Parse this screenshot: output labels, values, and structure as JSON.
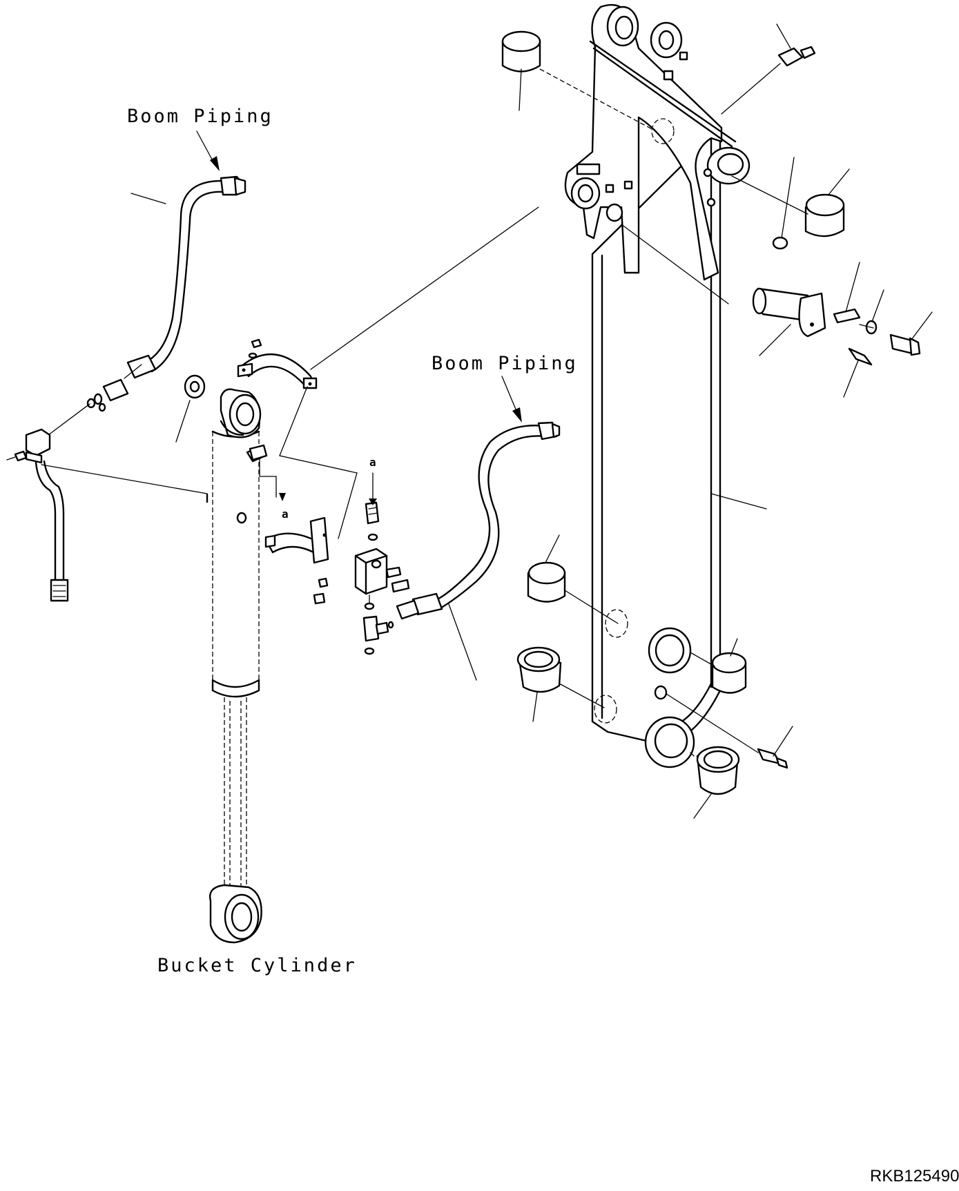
{
  "labels": {
    "boom_piping_left": "Boom Piping",
    "boom_piping_right": "Boom Piping",
    "bucket_cylinder": "Bucket Cylinder",
    "detail_a_top": "a",
    "detail_a_left": "a"
  },
  "drawing_code": "RKB125490"
}
